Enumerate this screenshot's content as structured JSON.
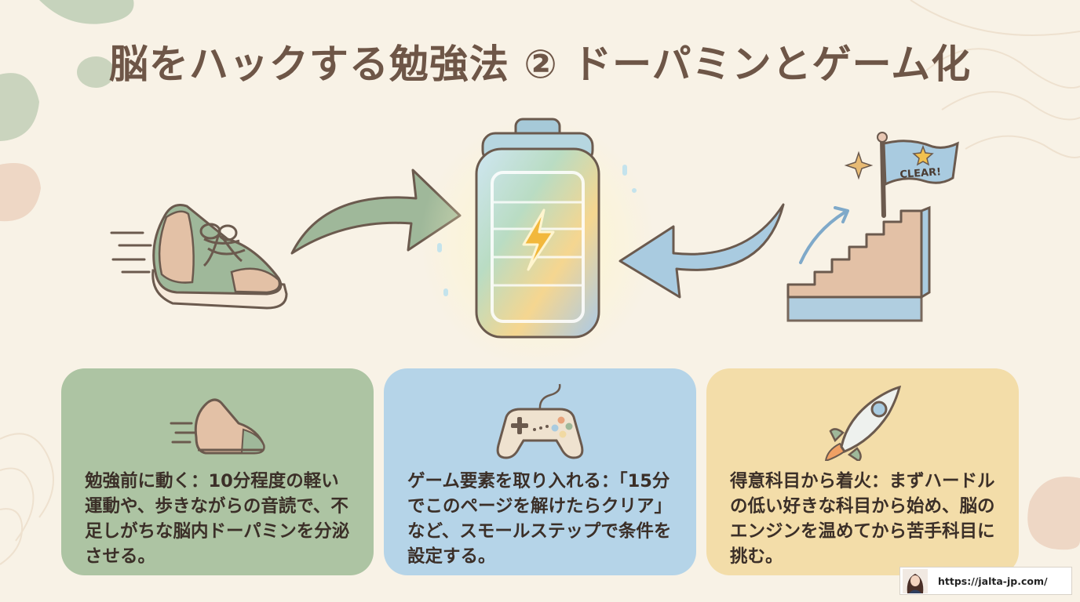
{
  "title": "脳をハックする勉強法 ② ドーパミンとゲーム化",
  "illustration": {
    "flag_text": "CLEAR!",
    "icons": [
      "running-shoe",
      "dopamine-battery",
      "lightning-bolt",
      "clear-flag",
      "staircase",
      "star"
    ]
  },
  "cards": [
    {
      "icon": "sneaker-icon",
      "text": "勉強前に動く：10分程度の軽い運動や、歩きながらの音読で、不足しがちな脳内ドーパミンを分泌させる。",
      "bg": "#adc4a3"
    },
    {
      "icon": "game-controller-icon",
      "text": "ゲーム要素を取り入れる：「15分でこのページを解けたらクリア」など、スモールステップで条件を設定する。",
      "bg": "#b5d4e8"
    },
    {
      "icon": "rocket-icon",
      "text": "得意科目から着火：まずハードルの低い好きな科目から始め、脳のエンジンを温めてから苦手科目に挑む。",
      "bg": "#f3dda9"
    }
  ],
  "footer": {
    "url": "https://jalta-jp.com/"
  },
  "colors": {
    "background": "#f8f2e6",
    "title": "#6e5647",
    "green": "#9fb89a",
    "blue": "#a9cbe0",
    "yellow": "#f1d9a2"
  }
}
